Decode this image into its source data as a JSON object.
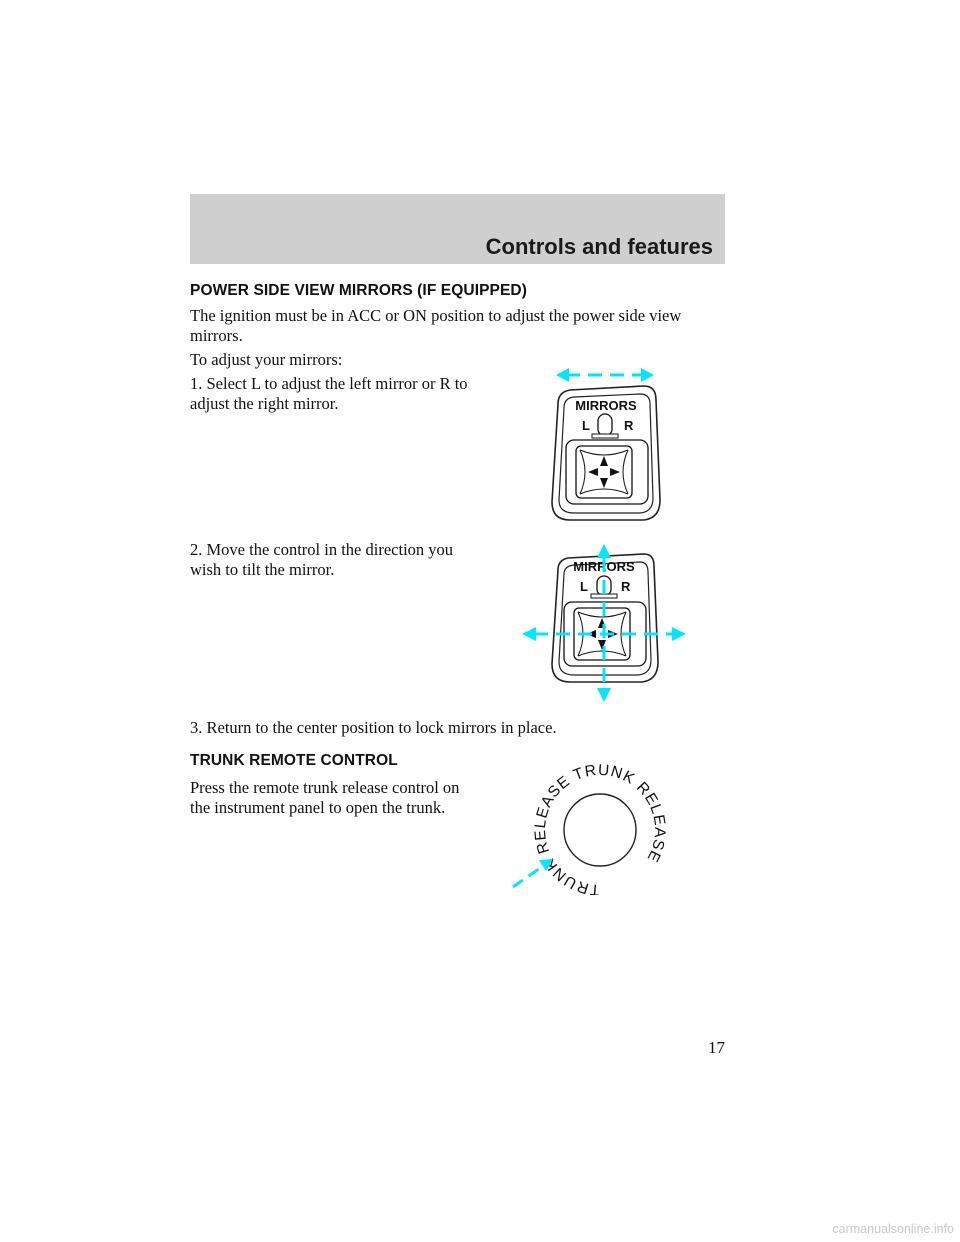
{
  "header": {
    "section_title": "Controls and features"
  },
  "power_mirrors": {
    "heading": "POWER SIDE VIEW MIRRORS (IF EQUIPPED)",
    "intro": "The ignition must be in ACC or ON position to adjust the power side view mirrors.",
    "lead": "To adjust your mirrors:",
    "step1": "1. Select L to adjust the left mirror or R to adjust the right mirror.",
    "step2": "2. Move the control in the direction you wish to tilt the mirror.",
    "step3": "3. Return to the center position to lock mirrors in place.",
    "control_label": "MIRRORS",
    "left_label": "L",
    "right_label": "R"
  },
  "trunk": {
    "heading": "TRUNK REMOTE CONTROL",
    "body": "Press the remote trunk release control on the instrument panel to open the trunk.",
    "ring_text": "TRUNK RELEASE TRUNK RELEASE"
  },
  "page_number": "17",
  "footer": "carmanualsonline.info",
  "colors": {
    "header_band": "#cfcfcf",
    "arrow": "#00e5ff"
  }
}
